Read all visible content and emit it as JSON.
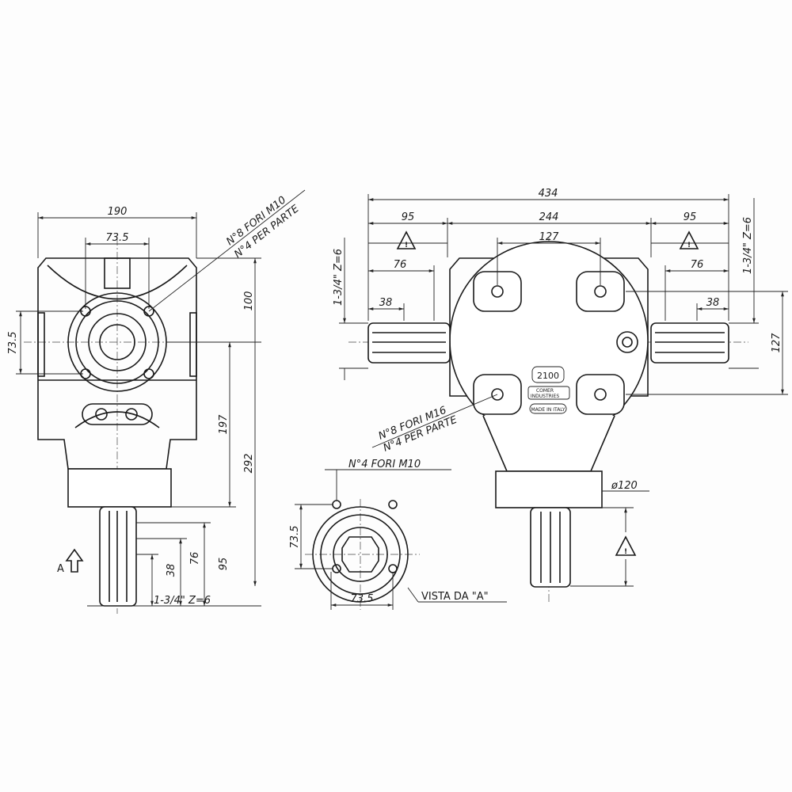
{
  "drawing": {
    "left_view": {
      "dim_width": "190",
      "dim_bolt_spacing_top": "73.5",
      "dim_bolt_spacing_side": "73.5",
      "dim_top_to_center": "100",
      "dim_center_to_collar": "197",
      "dim_total_height": "292",
      "dim_shaft_95": "95",
      "dim_shaft_76": "76",
      "dim_shaft_38": "38",
      "shaft_spec": "1-3/4\"  Z=6",
      "holes_note_1": "N°8 FORI M10",
      "holes_note_2": "N°4 PER PARTE",
      "view_arrow_label": "A"
    },
    "right_view": {
      "dim_total_length": "434",
      "dim_left_shaft": "95",
      "dim_body": "244",
      "dim_right_shaft": "95",
      "dim_bolt_spacing": "127",
      "dim_left_76": "76",
      "dim_right_76": "76",
      "dim_left_38": "38",
      "dim_right_38": "38",
      "shaft_spec_left": "1-3/4\"  Z=6",
      "shaft_spec_right": "1-3/4\"  Z=6",
      "dim_vertical_127": "127",
      "dim_collar_diameter": "ø120",
      "holes_note_1": "N°8 FORI M16",
      "holes_note_2": "N°4 PER PARTE",
      "model_plate": "2100",
      "brand_plate_line1": "COMER",
      "brand_plate_line2": "INDUSTRIES",
      "made_in": "MADE IN ITALY"
    },
    "bottom_view": {
      "holes_note": "N°4 FORI M10",
      "dim_vertical": "73.5",
      "dim_horizontal": "73.5",
      "title": "VISTA DA \"A\""
    }
  }
}
